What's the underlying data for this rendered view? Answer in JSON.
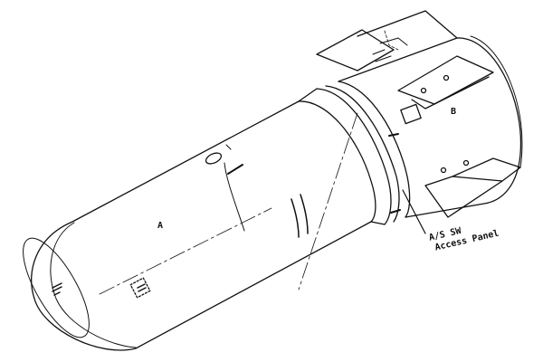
{
  "labels": {
    "section_a": "A",
    "section_b": "B",
    "callout_line1": "A/S SW",
    "callout_line2": "Access Panel"
  },
  "colors": {
    "line": "#111111",
    "background": "#ffffff"
  }
}
